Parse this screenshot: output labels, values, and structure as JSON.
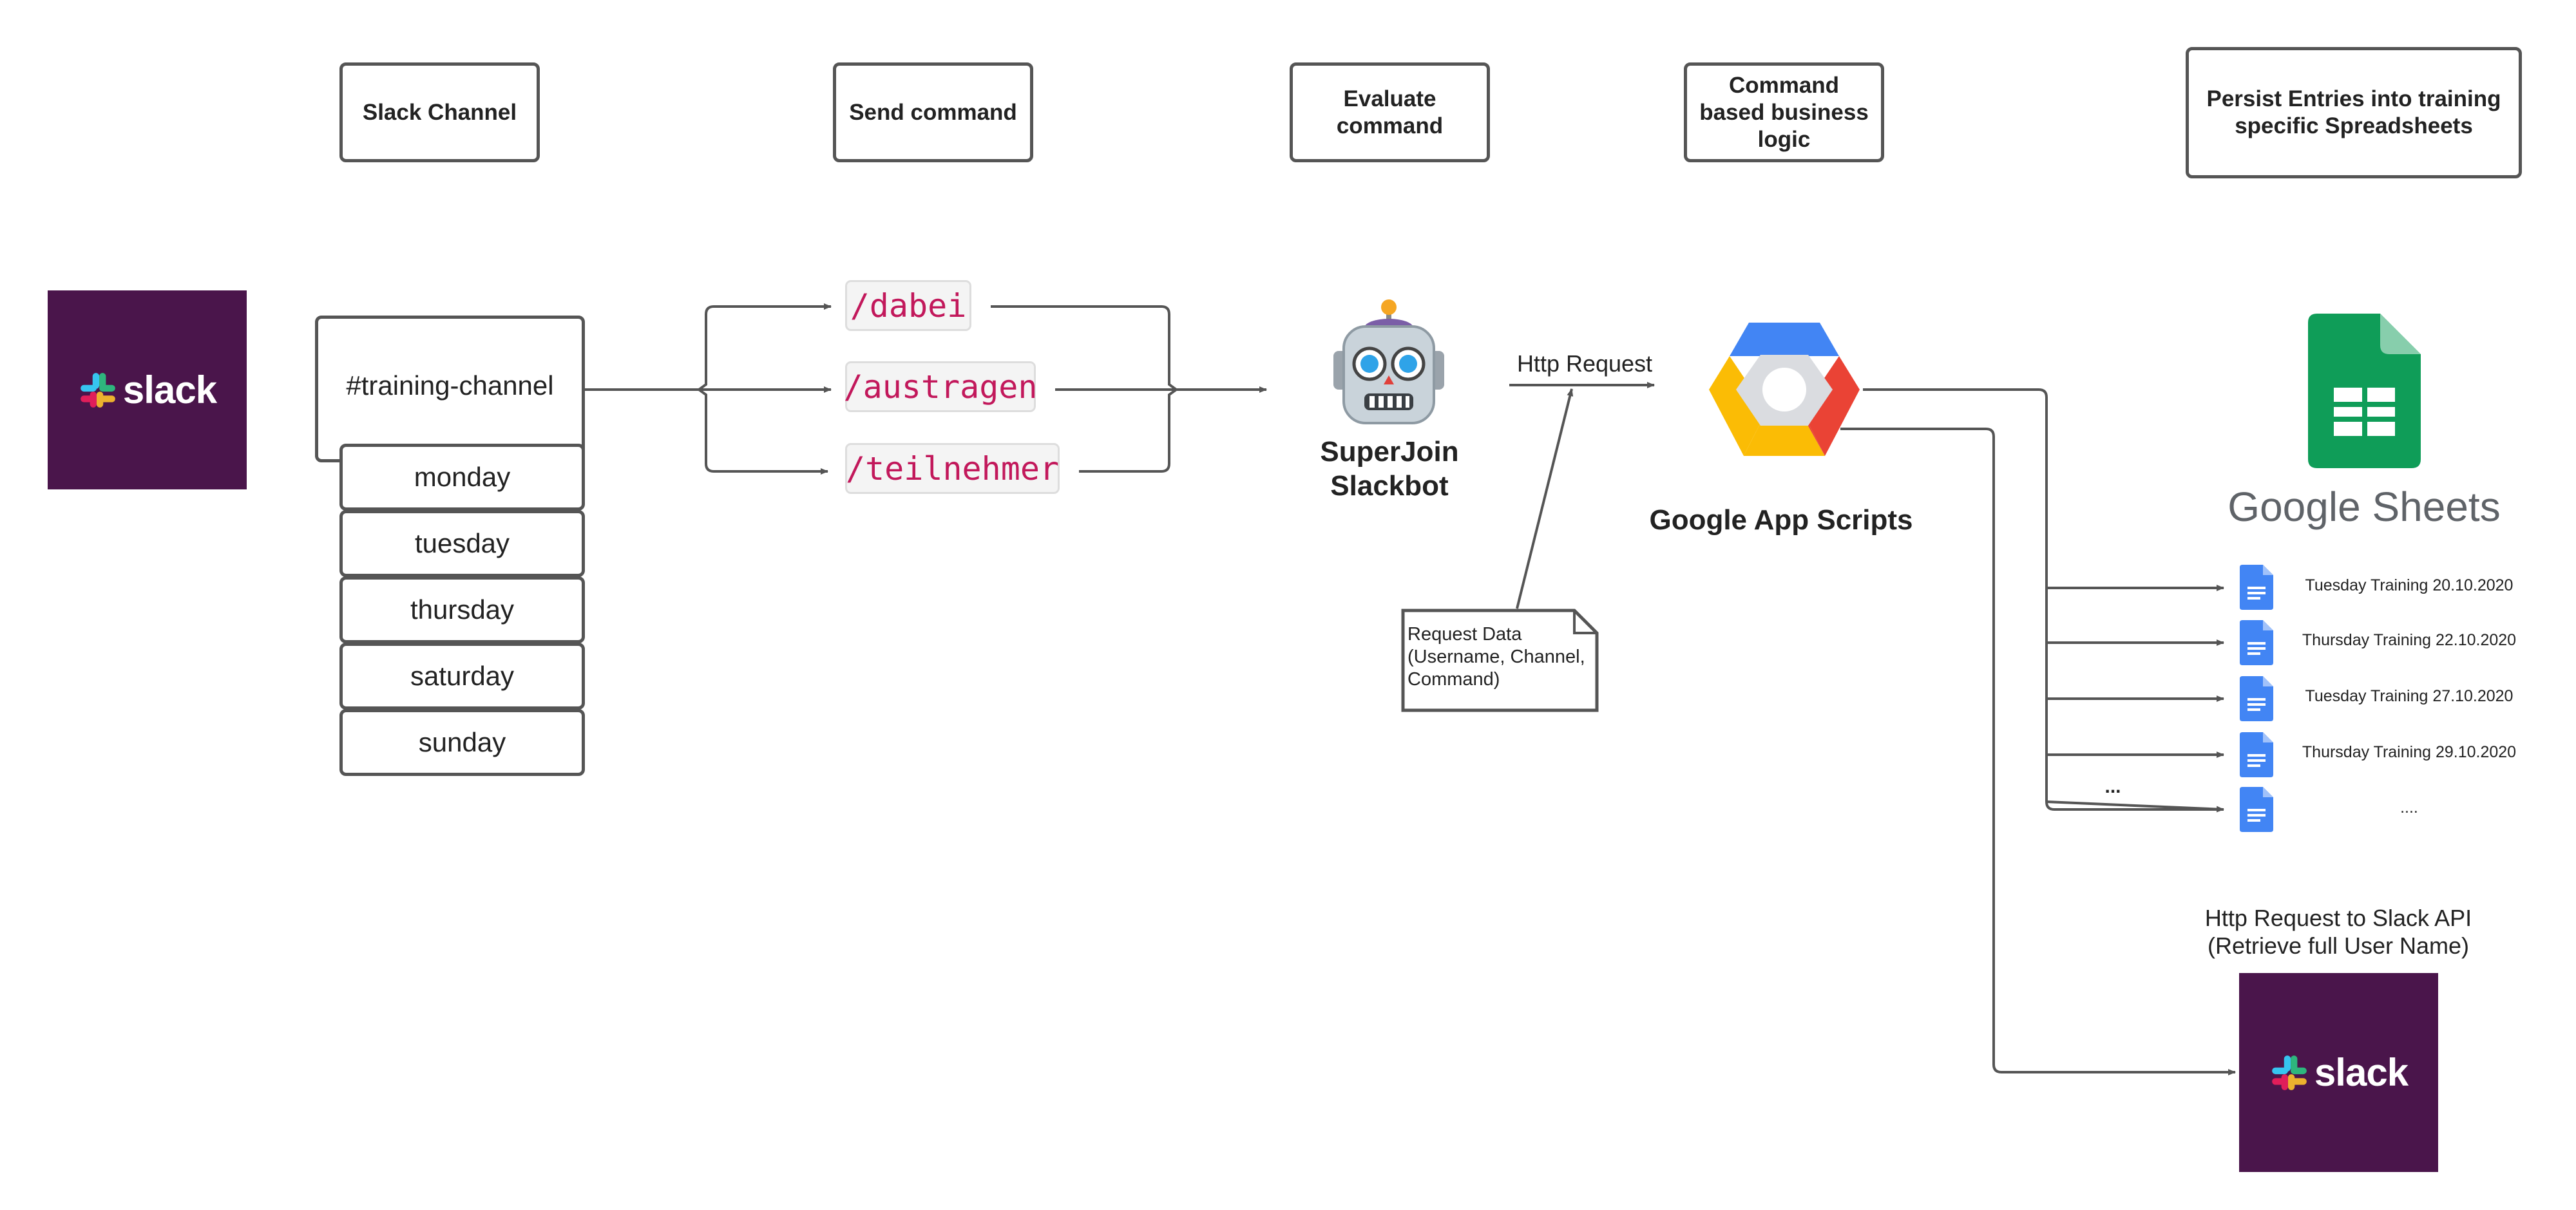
{
  "headers": {
    "slack_channel": "Slack Channel",
    "send_command": "Send command",
    "evaluate_command": "Evaluate command",
    "business_logic": "Command based business logic",
    "persist": "Persist Entries into training specific Spreadsheets"
  },
  "slack_logo": {
    "word": "slack",
    "color": "#4A154B"
  },
  "channel": {
    "name": "#training-channel",
    "days": [
      "monday",
      "tuesday",
      "thursday",
      "saturday",
      "sunday"
    ]
  },
  "commands": [
    "/dabei",
    "/austragen",
    "/teilnehmer"
  ],
  "bot": {
    "name": "SuperJoin Slackbot",
    "icon": "robot-icon"
  },
  "http_request": "Http Request",
  "request_note": "Request Data (Username, Channel, Command)",
  "gas": {
    "name": "Google App Scripts",
    "icon": "google-cloud-hexagon-icon"
  },
  "sheets": {
    "word": "Google Sheets",
    "docs": [
      "Tuesday Training 20.10.2020",
      "Thursday Training 22.10.2020",
      "Tuesday Training 27.10.2020",
      "Thursday Training 29.10.2020",
      "...."
    ],
    "ellipsis": "..."
  },
  "slack_api": {
    "label_line1": "Http Request to Slack API",
    "label_line2": "(Retrieve full User Name)"
  },
  "colors": {
    "slack_purple": "#4A154B",
    "command_pink": "#c2185b",
    "sheets_green": "#0F9D58",
    "docs_blue": "#4285F4",
    "line": "#555555"
  }
}
